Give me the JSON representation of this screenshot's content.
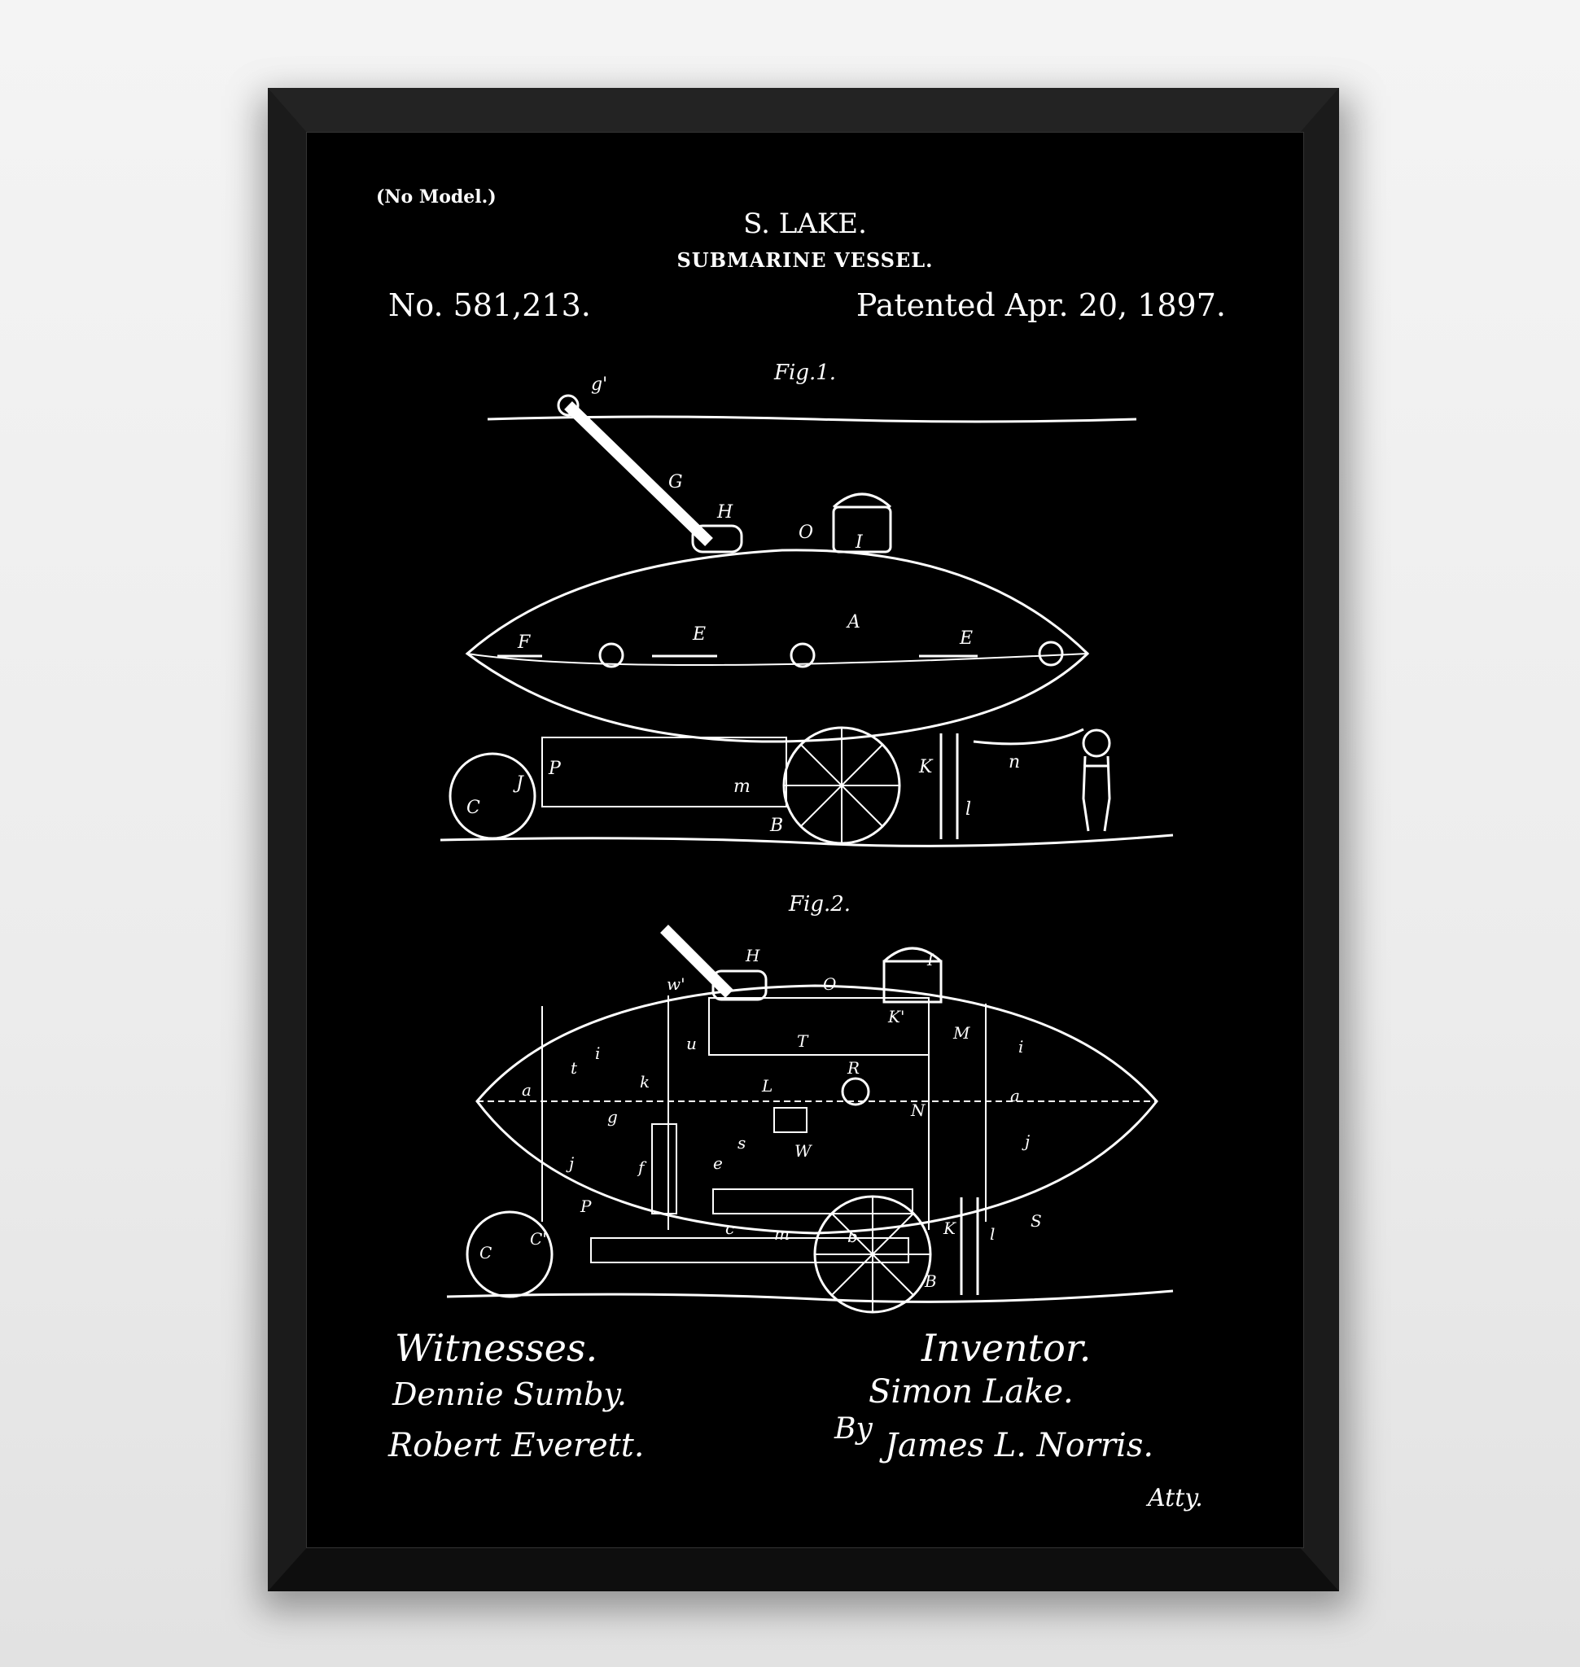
{
  "header": {
    "no_model": "(No Model.)",
    "inventor_name": "S. LAKE.",
    "title": "SUBMARINE VESSEL.",
    "patent_number": "No. 581,213.",
    "patent_date": "Patented Apr. 20, 1897."
  },
  "figures": [
    {
      "label": "Fig.1.",
      "parts": [
        "g'",
        "G",
        "H",
        "O",
        "I",
        "A",
        "F",
        "E",
        "E",
        "C",
        "J",
        "P",
        "m",
        "B",
        "K",
        "n",
        "l"
      ]
    },
    {
      "label": "Fig.2.",
      "parts": [
        "H",
        "O",
        "I",
        "w'",
        "K'",
        "M",
        "u",
        "T",
        "i",
        "i",
        "t",
        "k",
        "L",
        "R",
        "N",
        "a",
        "g",
        "a",
        "j",
        "f",
        "e",
        "s",
        "W",
        "j",
        "C",
        "C'",
        "P",
        "c",
        "m",
        "b",
        "S",
        "K",
        "l",
        "B"
      ]
    }
  ],
  "footer": {
    "witnesses_label": "Witnesses.",
    "witness_1": "Dennie Sumby.",
    "witness_2": "Robert Everett.",
    "inventor_label": "Inventor.",
    "inventor_signature": "Simon Lake.",
    "by": "By",
    "attorney_signature": "James L. Norris.",
    "attorney_abbr": "Atty."
  },
  "colors": {
    "background": "#000000",
    "ink": "#ffffff",
    "frame": "#1b1b1b",
    "wall": "#f0f0f0"
  }
}
